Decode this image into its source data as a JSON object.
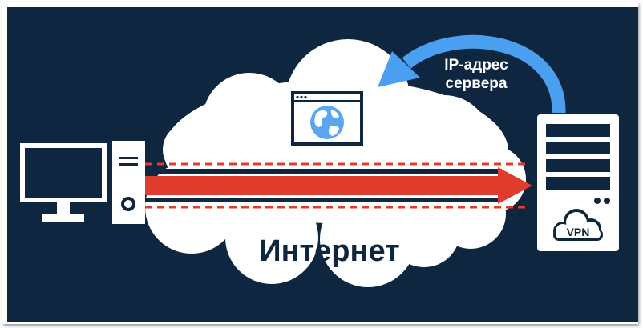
{
  "diagram": {
    "cloud_label": "Интернет",
    "callout_line1": "IP-адрес",
    "callout_line2": "сервера",
    "server_badge": "VPN"
  },
  "colors": {
    "background": "#0f2640",
    "cloud": "#ffffff",
    "tunnel_arrow": "#e03c2e",
    "return_arrow": "#4a9ff0",
    "globe": "#5aa7ef"
  },
  "icons": [
    "desktop-computer-icon",
    "browser-window-icon",
    "globe-icon",
    "vpn-server-icon",
    "vpn-cloud-badge-icon"
  ]
}
